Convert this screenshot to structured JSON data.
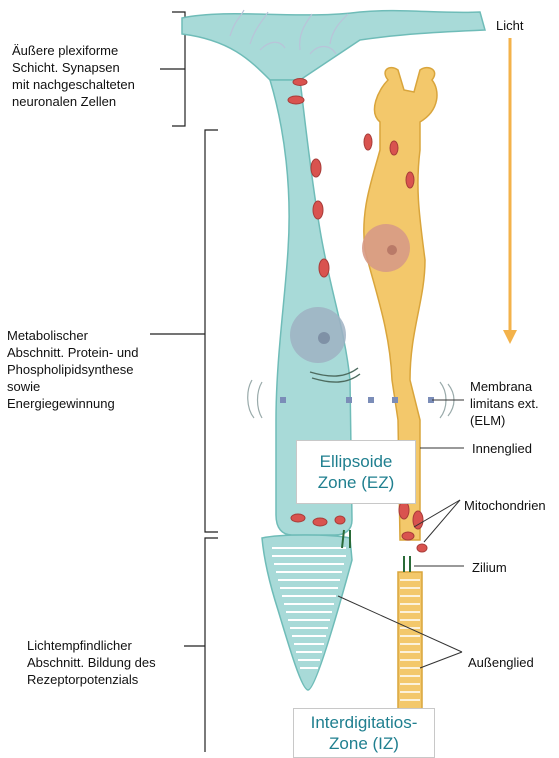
{
  "labels": {
    "light": "Licht",
    "outer_plexiform": "Äußere plexiforme\nSchicht. Synapsen\nmit nachgeschalteten\nneuronalen Zellen",
    "metabolic": "Metabolischer\nAbschnitt. Protein- und\nPhospholipidsynthese\nsowie\nEnergiegewinnung",
    "photosensitive": "Lichtempfindlicher\nAbschnitt. Bildung des\nRezeptorpotenzials",
    "elm": "Membrana\nlimitans ext.\n(ELM)",
    "inner_segment": "Innenglied",
    "mitochondria": "Mitochondrien",
    "cilium": "Zilium",
    "outer_segment": "Außenglied"
  },
  "zones": {
    "ellipsoid": "Ellipsoide\nZone (EZ)",
    "interdigitation": "Interdigitatios-\nZone (IZ)"
  },
  "colors": {
    "cone": "#a8dad8",
    "cone_outline": "#6fbcb8",
    "rod": "#f3c86b",
    "rod_outline": "#d9a53c",
    "arrow": "#f3b24a",
    "zone_text": "#1f7f8f",
    "mitochondria": "#d9534f",
    "nucleus_cone": "#9fb1c3",
    "nucleus_rod": "#d79a86"
  }
}
